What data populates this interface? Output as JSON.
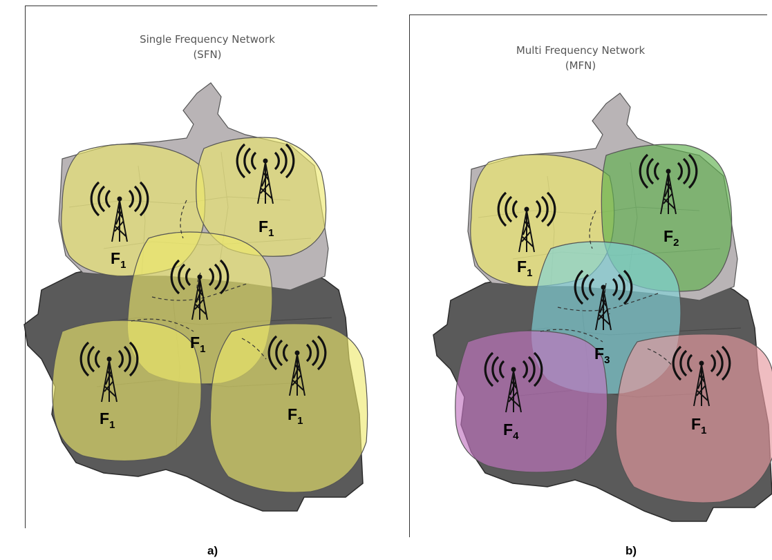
{
  "panels": [
    {
      "id": "sfn",
      "title_line1": "Single Frequency Network",
      "title_line2": "(SFN)",
      "caption": "a)",
      "towers": [
        {
          "base": "F",
          "sub": "1",
          "color": "#eee96a"
        },
        {
          "base": "F",
          "sub": "1",
          "color": "#eee96a"
        },
        {
          "base": "F",
          "sub": "1",
          "color": "#eee96a"
        },
        {
          "base": "F",
          "sub": "1",
          "color": "#eee96a"
        },
        {
          "base": "F",
          "sub": "1",
          "color": "#eee96a"
        }
      ]
    },
    {
      "id": "mfn",
      "title_line1": "Multi Frequency Network",
      "title_line2": "(MFN)",
      "caption": "b)",
      "towers": [
        {
          "base": "F",
          "sub": "1",
          "color": "#eee96a"
        },
        {
          "base": "F",
          "sub": "2",
          "color": "#5fb04f"
        },
        {
          "base": "F",
          "sub": "3",
          "color": "#7fd2d8"
        },
        {
          "base": "F",
          "sub": "4",
          "color": "#c175c0"
        },
        {
          "base": "F",
          "sub": "1",
          "color": "#e79aa0"
        }
      ]
    }
  ],
  "colors": {
    "map_dark": "#5a5a5a",
    "map_light": "#b9b4b6",
    "tower": "#111111"
  }
}
